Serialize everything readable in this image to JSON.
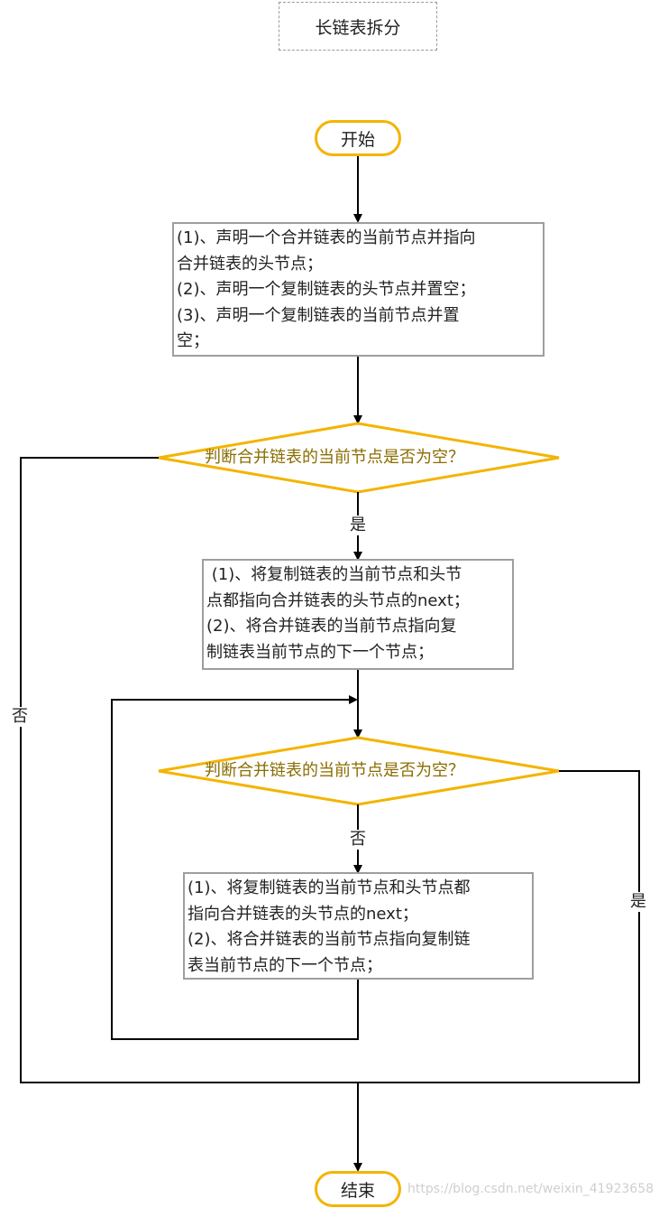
{
  "title": "长链表拆分",
  "start": "开始",
  "end": "结束",
  "process1": {
    "lines": [
      "(1)、声明一个合并链表的当前节点并指向",
      "合并链表的头节点；",
      "(2)、声明一个复制链表的头节点并置空；",
      "(3)、声明一个复制链表的当前节点并置",
      "空；"
    ]
  },
  "decision1": "判断合并链表的当前节点是否为空？",
  "decision1_yes": "是",
  "decision1_no": "否",
  "process2": {
    "lines": [
      " (1)、将复制链表的当前节点和头节",
      "点都指向合并链表的头节点的next；",
      "(2)、将合并链表的当前节点指向复",
      "制链表当前节点的下一个节点；"
    ]
  },
  "decision2": "判断合并链表的当前节点是否为空？",
  "decision2_no": "否",
  "decision2_yes": "是",
  "process3": {
    "lines": [
      "(1)、将复制链表的当前节点和头节点都",
      "指向合并链表的头节点的next；",
      "(2)、将合并链表的当前节点指向复制链",
      "表当前节点的下一个节点；"
    ]
  },
  "watermark": "https://blog.csdn.net/weixin_41923658",
  "colors": {
    "terminal_border": "#f4b400",
    "decision_border": "#f4b400",
    "decision_text": "#8a6d00",
    "process_border": "#9e9e9e",
    "connector": "#000000"
  }
}
